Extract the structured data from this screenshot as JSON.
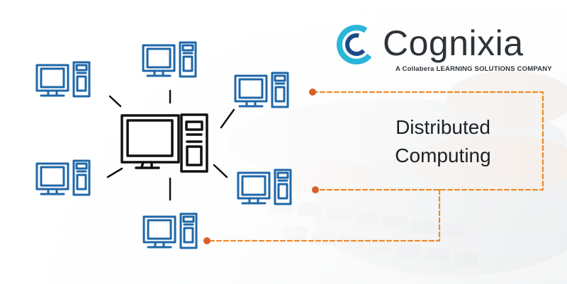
{
  "brand": {
    "name": "Cognixia",
    "tagline": "A Collabera LEARNING SOLUTIONS COMPANY",
    "colors": {
      "cyan": "#29b6d8",
      "navy": "#1a4a8a",
      "text": "#2e3338"
    }
  },
  "headline": {
    "line1": "Distributed",
    "line2": "Computing"
  },
  "colors": {
    "node_blue": "#1f67a8",
    "hub_black": "#111111",
    "connector_orange": "#ee8a2a",
    "dot_orange": "#d9602a"
  },
  "icons": {
    "hub": "desktop-computer-icon",
    "nodes": "desktop-computer-icon"
  }
}
